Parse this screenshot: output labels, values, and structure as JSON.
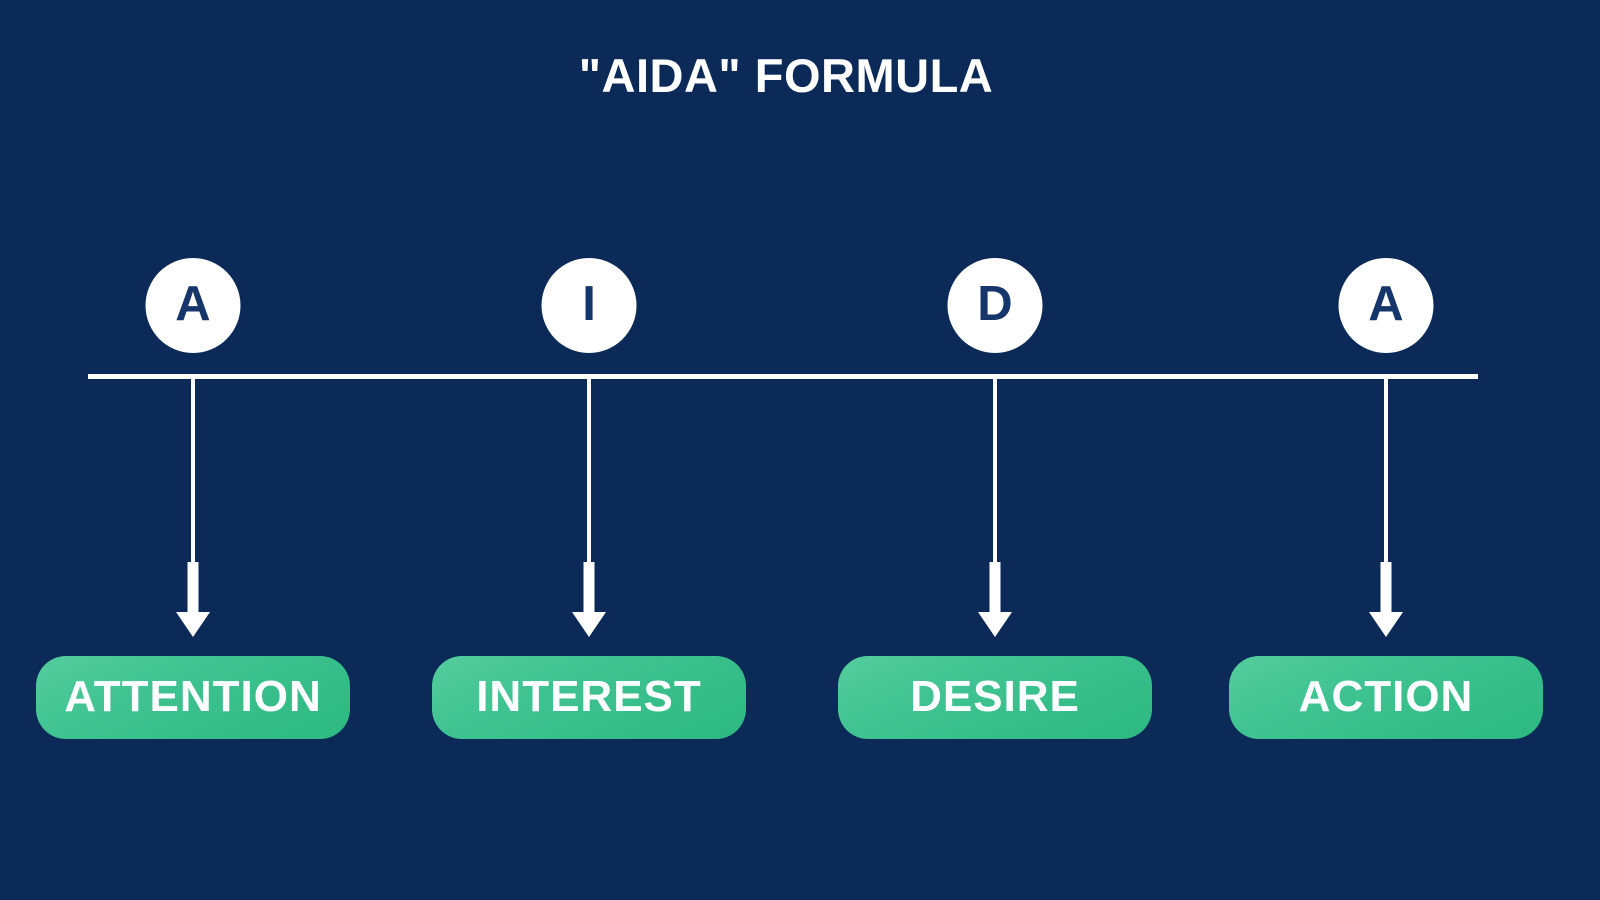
{
  "title": "\"AIDA\" FORMULA",
  "steps": [
    {
      "letter": "A",
      "label": "ATTENTION"
    },
    {
      "letter": "I",
      "label": "INTEREST"
    },
    {
      "letter": "D",
      "label": "DESIRE"
    },
    {
      "letter": "A",
      "label": "ACTION"
    }
  ],
  "colors": {
    "background": "#0B2A58",
    "line": "#FFFFFF",
    "circle_fill": "#FFFFFF",
    "circle_letter": "#16366B",
    "box_green_light": "#55CD9D",
    "box_green_mid": "#3EC291",
    "box_green_dark": "#2DB981",
    "box_text": "#FFFFFF"
  }
}
